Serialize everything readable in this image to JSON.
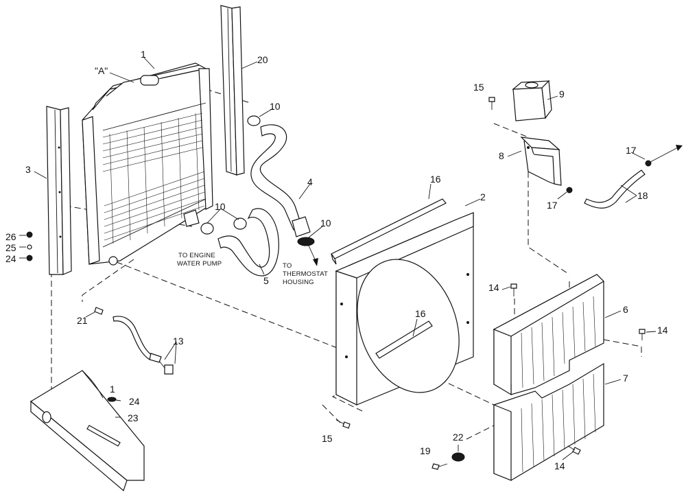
{
  "diagram": {
    "callouts": {
      "c1": "1",
      "c2": "2",
      "c3": "3",
      "c4": "4",
      "c5": "5",
      "c6": "6",
      "c7": "7",
      "c8": "8",
      "c9": "9",
      "c10a": "10",
      "c10b": "10",
      "c10c": "10",
      "c13": "13",
      "c14a": "14",
      "c14b": "14",
      "c14c": "14",
      "c15a": "15",
      "c15b": "15",
      "c16a": "16",
      "c16b": "16",
      "c17a": "17",
      "c17b": "17",
      "c18": "18",
      "c19": "19",
      "c20": "20",
      "c21": "21",
      "c22": "22",
      "c23": "23",
      "c24a": "24",
      "c24b": "24",
      "c25": "25",
      "c26": "26",
      "c1b": "1",
      "detail_a": "\"A\""
    },
    "notes": {
      "water_pump_line1": "TO ENGINE",
      "water_pump_line2": "WATER PUMP",
      "thermostat_line1": "TO",
      "thermostat_line2": "THERMOSTAT",
      "thermostat_line3": "HOUSING"
    }
  }
}
